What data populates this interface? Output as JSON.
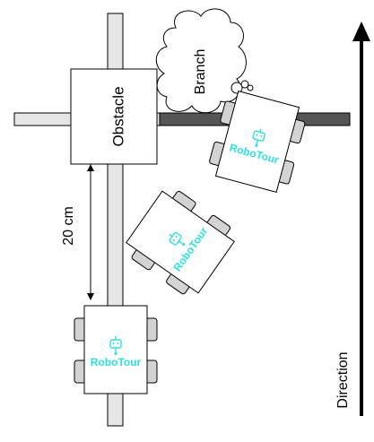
{
  "labels": {
    "obstacle": "Obstacle",
    "branch": "Branch",
    "distance": "20 cm",
    "direction": "Direction"
  },
  "robots": [
    {
      "brand": "RoboTour",
      "state": "start"
    },
    {
      "brand": "RoboTour",
      "state": "turning"
    },
    {
      "brand": "RoboTour",
      "state": "on-branch"
    }
  ],
  "colors": {
    "track": "#e6e6e6",
    "branch_track": "#555555",
    "wheel": "#d3d3d3",
    "brand": "#2ee0e0",
    "outline": "#000000"
  }
}
